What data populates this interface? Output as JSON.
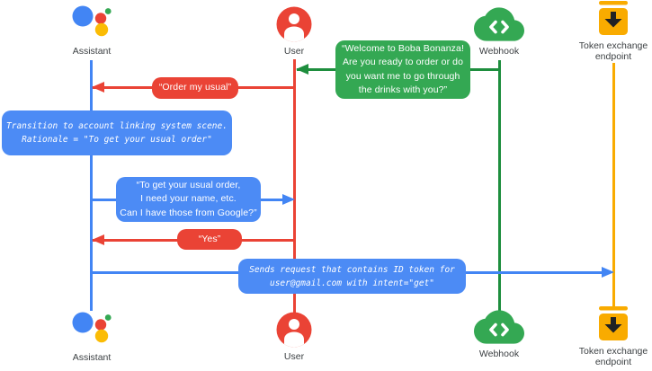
{
  "diagram_type": "sequence-diagram",
  "colors": {
    "blue_line": "#4285F4",
    "blue_box": "#4C8BF5",
    "red": "#EA4335",
    "green_line": "#1E8E3E",
    "green_box": "#34A853",
    "yellow": "#F9AB00",
    "assistant_yellow": "#FBBC05",
    "label_text": "#3C4043",
    "bubble_text": "#FFFFFF"
  },
  "actors": {
    "assistant": {
      "label": "Assistant",
      "icon": "google-assistant-icon"
    },
    "user": {
      "label": "User",
      "icon": "user-icon"
    },
    "webhook": {
      "label": "Webhook",
      "icon": "webhook-cloud-icon"
    },
    "token_endpoint": {
      "label": "Token exchange\nendpoint",
      "icon": "token-endpoint-icon"
    }
  },
  "messages": [
    {
      "id": "welcome",
      "from": "webhook",
      "to": "user",
      "color": "green",
      "text": "“Welcome to Boba Bonanza!\nAre you ready to order or do\nyou want me to go through\nthe drinks with you?”"
    },
    {
      "id": "order-my-usual",
      "from": "user",
      "to": "assistant",
      "color": "red",
      "text": "“Order my usual”"
    },
    {
      "id": "transition-note",
      "actor": "assistant",
      "color": "blue",
      "style": "mono",
      "text": "Transition to account linking system scene.\nRationale = \"To get your usual order\""
    },
    {
      "id": "ask-account-linking",
      "from": "assistant",
      "to": "user",
      "color": "blue",
      "text": "“To get your usual order,\nI need your name, etc.\nCan I have those from Google?”"
    },
    {
      "id": "yes",
      "from": "user",
      "to": "assistant",
      "color": "red",
      "text": "“Yes”"
    },
    {
      "id": "sends-id-token",
      "from": "assistant",
      "to": "token_endpoint",
      "color": "blue",
      "style": "mono",
      "text": "Sends request that contains ID token for\nuser@gmail.com with intent=\"get\""
    }
  ]
}
